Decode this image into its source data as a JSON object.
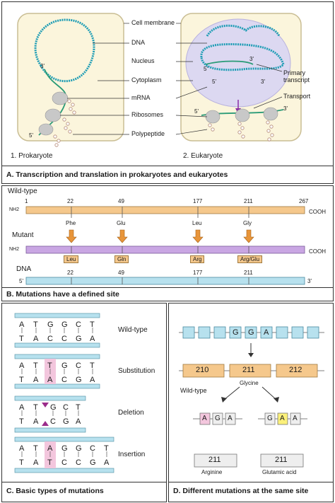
{
  "panelA": {
    "caption": "A. Transcription and translation in prokaryotes and eukaryotes",
    "prokaryote_label": "1. Prokaryote",
    "eukaryote_label": "2. Eukaryote",
    "callouts": [
      "Cell membrane",
      "DNA",
      "Nucleus",
      "Cytoplasm",
      "mRNA",
      "Ribosomes",
      "Polypeptide"
    ],
    "primary_transcript": "Primary transcript",
    "transport": "Transport",
    "end3": "3'",
    "end5": "5'"
  },
  "panelB": {
    "caption": "B. Mutations have a defined site",
    "wildtype_label": "Wild-type",
    "mutant_label": "Mutant",
    "dna_label": "DNA",
    "nh2": "NH2",
    "cooh": "COOH",
    "ticks": [
      "1",
      "22",
      "49",
      "177",
      "211",
      "267"
    ],
    "dna_ticks": [
      "22",
      "49",
      "177",
      "211"
    ],
    "wild_aa": [
      "Phe",
      "Glu",
      "Leu",
      "Gly"
    ],
    "mutant_aa": [
      "Leu",
      "Gln",
      "Arg",
      "Arg/Glu"
    ],
    "five": "5'",
    "three": "3'"
  },
  "panelC": {
    "caption": "C. Basic types of mutations",
    "rows": [
      {
        "label": "Wild-type",
        "top": [
          "A",
          "T",
          "G",
          "G",
          "C",
          "T"
        ],
        "bottom": [
          "T",
          "A",
          "C",
          "C",
          "G",
          "A"
        ]
      },
      {
        "label": "Substitution",
        "top": [
          "A",
          "T",
          "T",
          "G",
          "C",
          "T"
        ],
        "bottom": [
          "T",
          "A",
          "A",
          "C",
          "G",
          "A"
        ]
      },
      {
        "label": "Deletion",
        "top": [
          "A",
          "T",
          "G",
          "C",
          "T"
        ],
        "bottom": [
          "T",
          "A",
          "C",
          "G",
          "A"
        ]
      },
      {
        "label": "Insertion",
        "top": [
          "A",
          "T",
          "A",
          "G",
          "G",
          "C",
          "T"
        ],
        "bottom": [
          "T",
          "A",
          "T",
          "C",
          "C",
          "G",
          "A"
        ]
      }
    ]
  },
  "panelD": {
    "caption": "D. Different mutations at the same site",
    "codon_top": [
      "G",
      "G",
      "A"
    ],
    "numbers": [
      "210",
      "211",
      "212"
    ],
    "glycine": "Glycine",
    "wildtype": "Wild-type",
    "left_codon": [
      "A",
      "G",
      "A"
    ],
    "right_codon": [
      "G",
      "A",
      "A"
    ],
    "result_left": "211",
    "result_right": "211",
    "arginine": "Arginine",
    "glutamic": "Glutamic acid"
  },
  "colors": {
    "teal": "#2aa7a0",
    "dnablue": "#1f9db5",
    "lavender": "#d9d5f0",
    "cellbg": "#fbf5dc",
    "orange": "#f5c88c",
    "purple": "#c9a6e3",
    "pink": "#f3c6dd",
    "yellow": "#fbf07a",
    "lightblue": "#b7e1ee"
  }
}
